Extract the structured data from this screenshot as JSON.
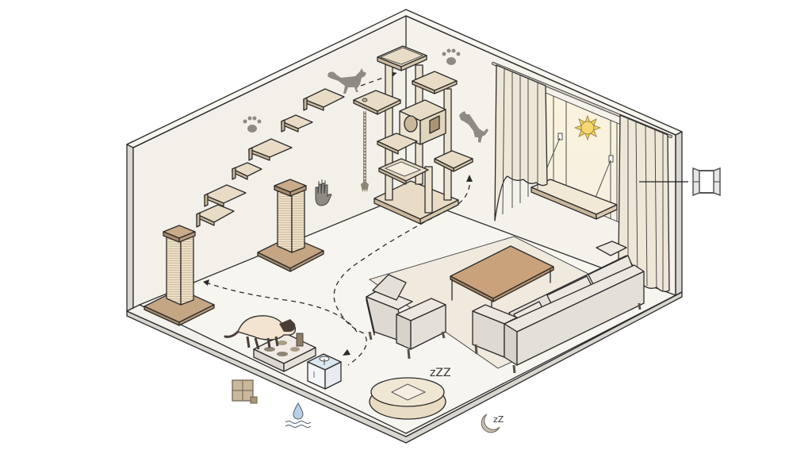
{
  "scene": {
    "title": "Isometric cat-friendly living room illustration",
    "colors": {
      "background": "#ffffff",
      "wall": "#f4f1ea",
      "wall_edge": "#d9d6d0",
      "floor": "#f7f5f0",
      "wood_light": "#e6d8c2",
      "wood_dark": "#bfa17f",
      "sisal": "#e9dcc4",
      "sofa": "#e4e0d8",
      "rug": "#efe9de",
      "table": "#c9a27c",
      "curtain": "#eee7d8",
      "silhouette": "#8e8a85",
      "sun": "#f3cf5e",
      "water": "#b9d1e3"
    },
    "zones": [
      {
        "name": "vertical-territory",
        "items": [
          "wall-shelf-steps",
          "cat-tree",
          "sisal-rope"
        ]
      },
      {
        "name": "scratching",
        "items": [
          "scratching-post-left",
          "scratching-post-right"
        ]
      },
      {
        "name": "window-perch",
        "items": [
          "window-hammock",
          "curtains",
          "sun"
        ]
      },
      {
        "name": "lounge",
        "items": [
          "armchair",
          "sofa",
          "coffee-table",
          "rug"
        ]
      },
      {
        "name": "enrichment",
        "items": [
          "puzzle-feeder",
          "water-fountain",
          "cat-bed"
        ]
      }
    ],
    "legend_icons": [
      {
        "icon": "paw-icon",
        "meaning": "cat activity"
      },
      {
        "icon": "claw-hand-icon",
        "meaning": "scratching"
      },
      {
        "icon": "window-icon",
        "meaning": "window view"
      },
      {
        "icon": "puzzle-icon",
        "meaning": "enrichment puzzle"
      },
      {
        "icon": "water-drop-icon",
        "meaning": "hydration"
      },
      {
        "icon": "moon-sleep-icon",
        "meaning": "rest"
      }
    ],
    "sleep_labels": {
      "bed": "zZZ",
      "moon": "zZ"
    }
  }
}
